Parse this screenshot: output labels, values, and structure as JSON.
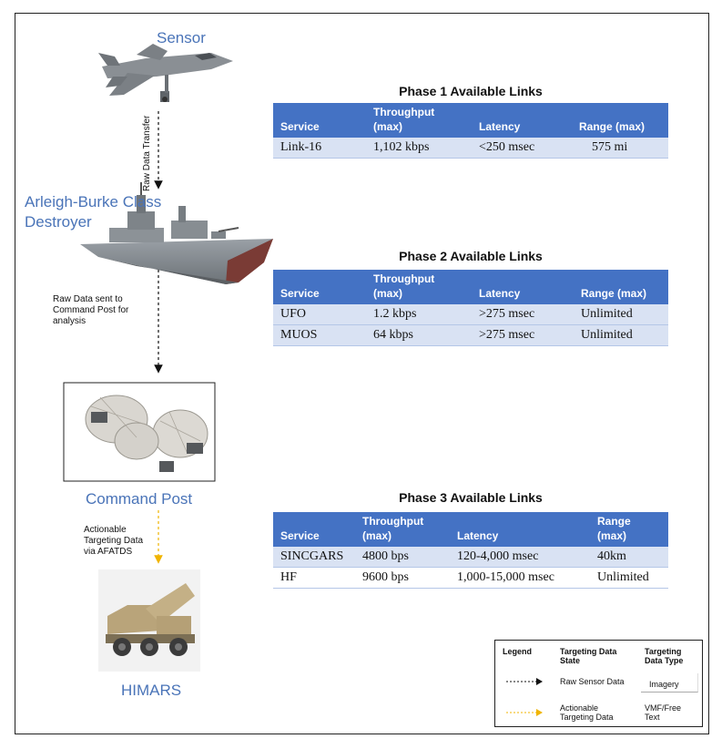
{
  "nodes": {
    "sensor": "Sensor",
    "destroyer_line1": "Arleigh-Burke Class",
    "destroyer_line2": "Destroyer",
    "command_post": "Command Post",
    "himars": "HIMARS"
  },
  "arrows": {
    "raw_data_transfer": "Raw Data Transfer",
    "raw_data_sent_1": "Raw Data sent to",
    "raw_data_sent_2": "Command Post for",
    "raw_data_sent_3": "analysis",
    "actionable_1": "Actionable",
    "actionable_2": "Targeting Data",
    "actionable_3": "via AFATDS"
  },
  "colors": {
    "raw_arrow": "#111111",
    "actionable_arrow": "#f0b400",
    "label_blue": "#4a74b8",
    "table_header": "#4472c4",
    "table_band": "#d9e2f3"
  },
  "phase1": {
    "title": "Phase 1 Available Links",
    "headers": {
      "service": "Service",
      "throughput_1": "Throughput",
      "throughput_2": "(max)",
      "latency": "Latency",
      "range_1": "Range (max)",
      "range_2": ""
    },
    "rows": [
      {
        "service": "Link-16",
        "throughput": "1,102 kbps",
        "latency": "<250 msec",
        "range": "575 mi"
      }
    ]
  },
  "phase2": {
    "title": "Phase 2 Available Links",
    "headers": {
      "service": "Service",
      "throughput_1": "Throughput",
      "throughput_2": "(max)",
      "latency": "Latency",
      "range_1": "Range (max)",
      "range_2": ""
    },
    "rows": [
      {
        "service": "UFO",
        "throughput": "1.2 kbps",
        "latency": ">275 msec",
        "range": "Unlimited"
      },
      {
        "service": "MUOS",
        "throughput": "64 kbps",
        "latency": ">275 msec",
        "range": "Unlimited"
      }
    ]
  },
  "phase3": {
    "title": "Phase 3 Available Links",
    "headers": {
      "service": "Service",
      "throughput_1": "Throughput",
      "throughput_2": "(max)",
      "latency": "Latency",
      "range_1": "Range",
      "range_2": "(max)"
    },
    "rows": [
      {
        "service": "SINCGARS",
        "throughput": "4800 bps",
        "latency": "120-4,000 msec",
        "range": "40km"
      },
      {
        "service": "HF",
        "throughput": "9600 bps",
        "latency": "1,000-15,000 msec",
        "range": "Unlimited"
      }
    ]
  },
  "legend": {
    "title": "Legend",
    "col_state_1": "Targeting Data",
    "col_state_2": "State",
    "col_type_1": "Targeting",
    "col_type_2": "Data Type",
    "raw_state": "Raw Sensor Data",
    "raw_type": "Imagery",
    "act_state_1": "Actionable",
    "act_state_2": "Targeting Data",
    "act_type_1": "VMF/Free",
    "act_type_2": "Text"
  }
}
